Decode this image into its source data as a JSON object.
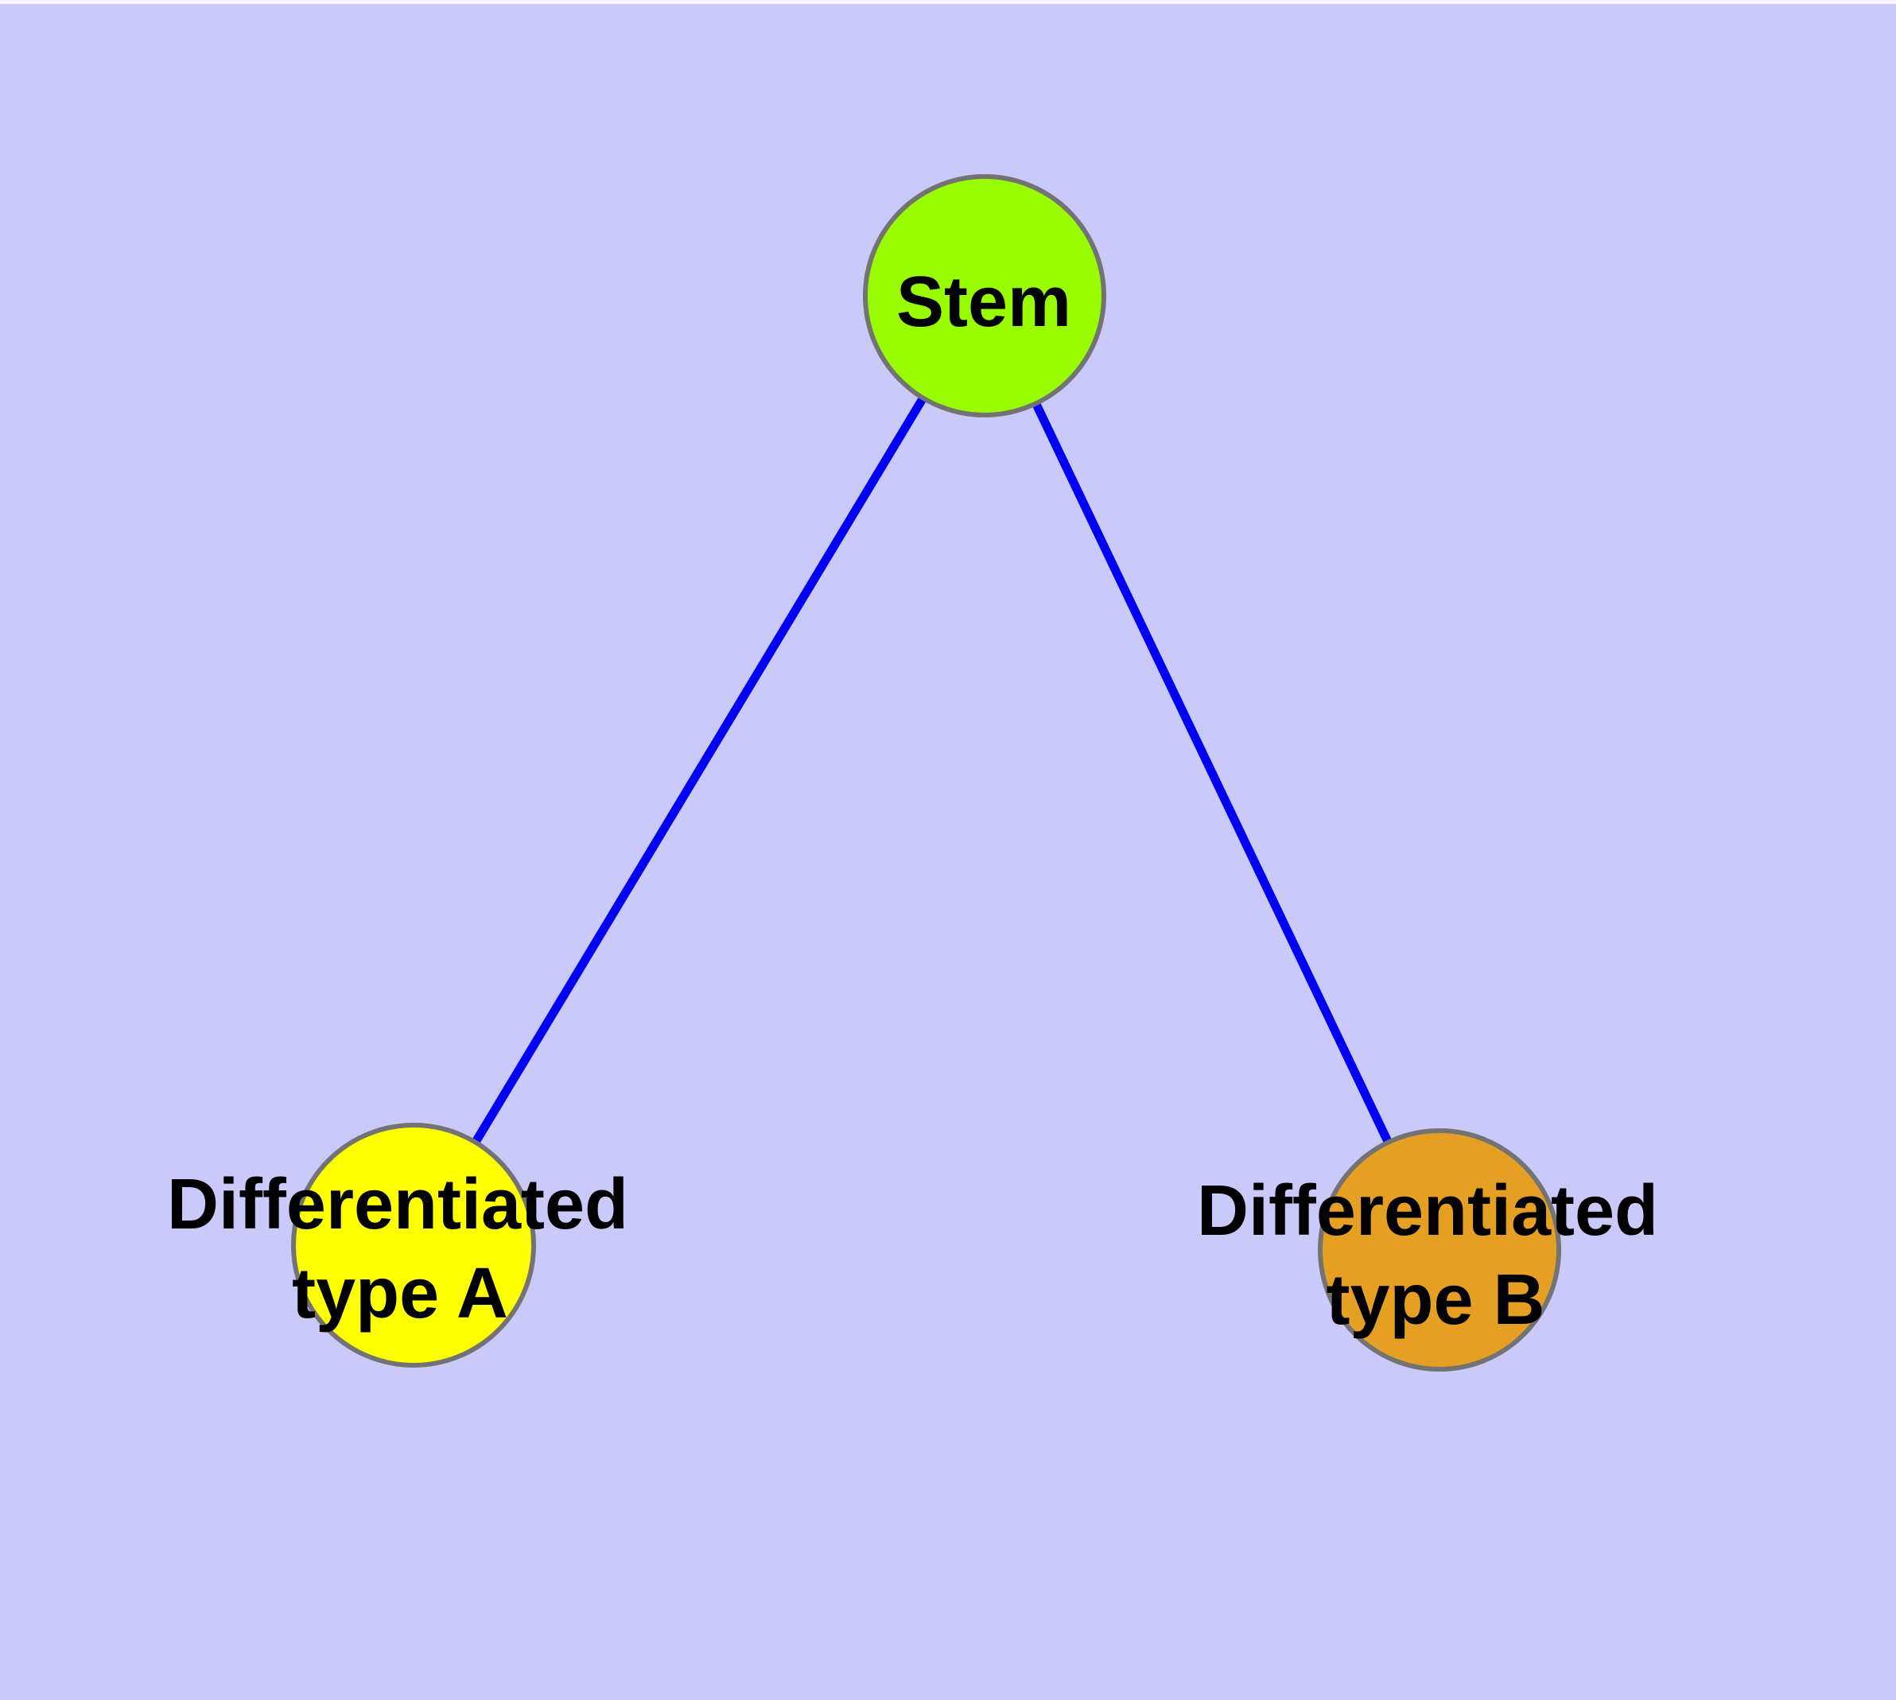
{
  "diagram": {
    "background_color": "#C9C9FA",
    "top_strip_color": "#F6F6FB",
    "edge_color": "#0000F5",
    "node_border_color": "#737373",
    "label_color": "#000000",
    "nodes": [
      {
        "id": "stem",
        "label": "Stem",
        "lines": [
          "Stem"
        ],
        "fill": "#9AFC00"
      },
      {
        "id": "differentiated-type-a",
        "label": "Differentiated type A",
        "lines": [
          "Differentiated",
          "type A"
        ],
        "fill": "#FFFF00"
      },
      {
        "id": "differentiated-type-b",
        "label": "Differentiated type B",
        "lines": [
          "Differentiated",
          "type B"
        ],
        "fill": "#E5A024"
      }
    ],
    "edges": [
      {
        "from": "Stem",
        "to": "Differentiated type A"
      },
      {
        "from": "Stem",
        "to": "Differentiated type B"
      }
    ]
  }
}
